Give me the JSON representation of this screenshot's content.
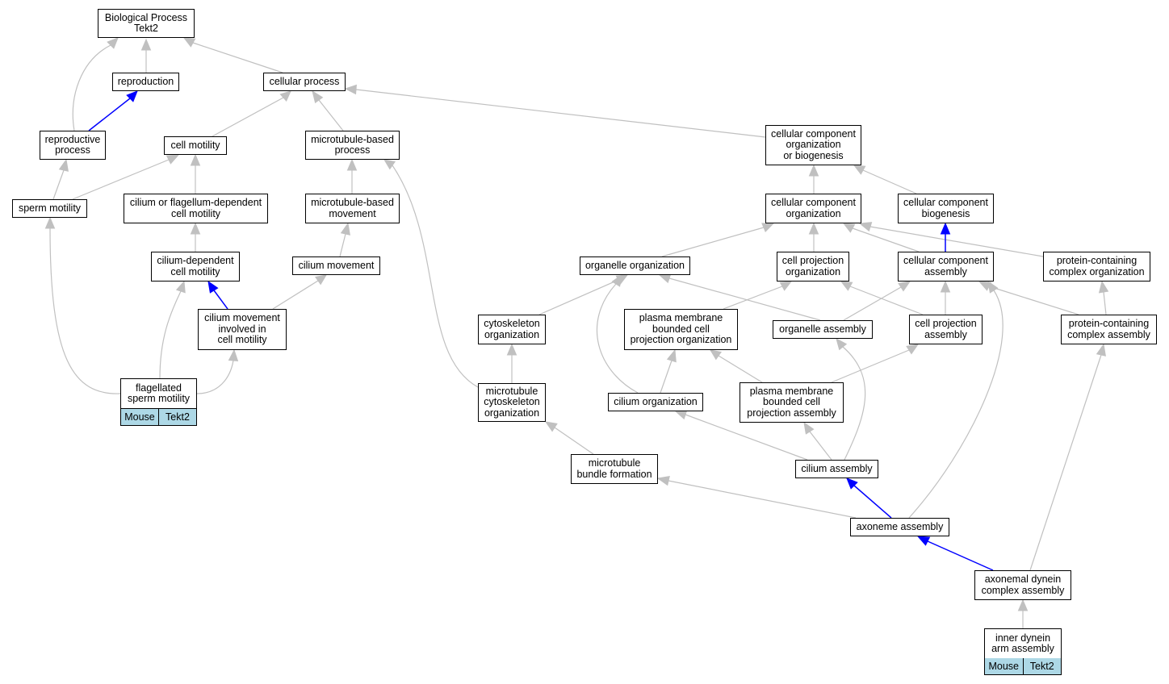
{
  "nodes": {
    "bp": "Biological Process\nTekt2",
    "reproduction": "reproduction",
    "cellular_process": "cellular process",
    "reproductive_process": "reproductive\nprocess",
    "cell_motility": "cell motility",
    "mt_process": "microtubule-based\nprocess",
    "ccob": "cellular component\norganization\nor biogenesis",
    "sperm_motility": "sperm motility",
    "cilium_flag_motility": "cilium or flagellum-dependent\ncell motility",
    "mt_movement": "microtubule-based\nmovement",
    "cc_org": "cellular component\norganization",
    "cc_biogenesis": "cellular component\nbiogenesis",
    "cilium_dep_motility": "cilium-dependent\ncell motility",
    "cilium_movement": "cilium movement",
    "organelle_org": "organelle organization",
    "cell_proj_org": "cell projection\norganization",
    "cc_assembly": "cellular component\nassembly",
    "pc_org": "protein-containing\ncomplex organization",
    "cilium_movement_motility": "cilium movement\ninvolved in\ncell motility",
    "cytoskeleton_org": "cytoskeleton\norganization",
    "pm_proj_org": "plasma membrane\nbounded cell\nprojection organization",
    "organelle_assembly": "organelle assembly",
    "cell_proj_assembly": "cell projection\nassembly",
    "pc_assembly": "protein-containing\ncomplex assembly",
    "flagellated": "flagellated\nsperm motility",
    "mt_cyto_org": "microtubule\ncytoskeleton\norganization",
    "cilium_org": "cilium organization",
    "pm_proj_assembly": "plasma membrane\nbounded cell\nprojection assembly",
    "mt_bundle": "microtubule\nbundle formation",
    "cilium_assembly": "cilium assembly",
    "axoneme_assembly": "axoneme assembly",
    "axonemal_dynein": "axonemal dynein\ncomplex assembly",
    "inner_dynein": "inner dynein\narm assembly"
  },
  "annotations": {
    "flagellated": [
      "Mouse",
      "Tekt2"
    ],
    "inner_dynein": [
      "Mouse",
      "Tekt2"
    ]
  },
  "colors": {
    "edge_default": "#c0c0c0",
    "edge_highlight": "#0000ff",
    "annotation_fill": "#add8e6"
  }
}
